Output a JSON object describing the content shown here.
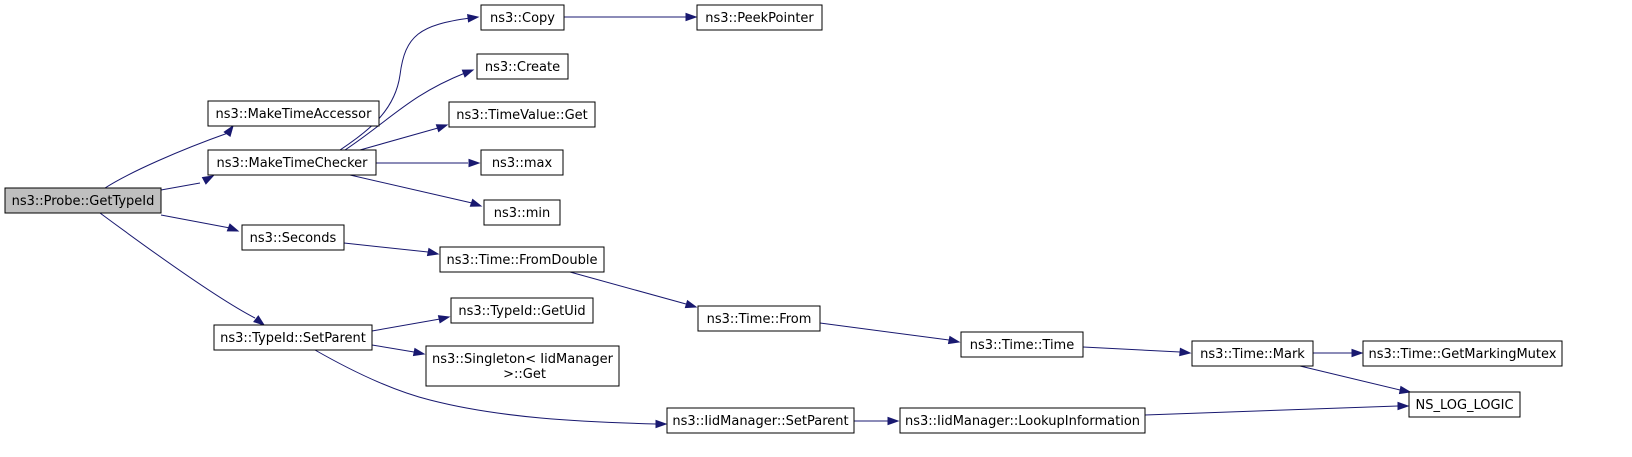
{
  "diagram": {
    "type": "call-graph",
    "colors": {
      "edge": "#191970",
      "root_fill": "#bfbfbf",
      "node_fill": "#ffffff",
      "node_border": "#000000"
    },
    "nodes": [
      {
        "id": "getTypeId",
        "label": [
          "ns3::Probe::GetTypeId"
        ],
        "root": true
      },
      {
        "id": "makeTimeAccessor",
        "label": [
          "ns3::MakeTimeAccessor"
        ]
      },
      {
        "id": "makeTimeChecker",
        "label": [
          "ns3::MakeTimeChecker"
        ]
      },
      {
        "id": "seconds",
        "label": [
          "ns3::Seconds"
        ]
      },
      {
        "id": "setParent",
        "label": [
          "ns3::TypeId::SetParent"
        ]
      },
      {
        "id": "copy",
        "label": [
          "ns3::Copy"
        ]
      },
      {
        "id": "create",
        "label": [
          "ns3::Create"
        ]
      },
      {
        "id": "timeValueGet",
        "label": [
          "ns3::TimeValue::Get"
        ]
      },
      {
        "id": "max",
        "label": [
          "ns3::max"
        ]
      },
      {
        "id": "min",
        "label": [
          "ns3::min"
        ]
      },
      {
        "id": "peekPointer",
        "label": [
          "ns3::PeekPointer"
        ]
      },
      {
        "id": "fromDouble",
        "label": [
          "ns3::Time::FromDouble"
        ]
      },
      {
        "id": "from",
        "label": [
          "ns3::Time::From"
        ]
      },
      {
        "id": "time",
        "label": [
          "ns3::Time::Time"
        ]
      },
      {
        "id": "mark",
        "label": [
          "ns3::Time::Mark"
        ]
      },
      {
        "id": "getMarkingMutex",
        "label": [
          "ns3::Time::GetMarkingMutex"
        ]
      },
      {
        "id": "nsLogLogic",
        "label": [
          "NS_LOG_LOGIC"
        ]
      },
      {
        "id": "getUid",
        "label": [
          "ns3::TypeId::GetUid"
        ]
      },
      {
        "id": "singletonGet",
        "label": [
          "ns3::Singleton< IidManager",
          " >::Get"
        ]
      },
      {
        "id": "iidSetParent",
        "label": [
          "ns3::IidManager::SetParent"
        ]
      },
      {
        "id": "lookupInformation",
        "label": [
          "ns3::IidManager::LookupInformation"
        ]
      }
    ],
    "edges": [
      {
        "from": "getTypeId",
        "to": "makeTimeAccessor"
      },
      {
        "from": "getTypeId",
        "to": "makeTimeChecker"
      },
      {
        "from": "getTypeId",
        "to": "seconds"
      },
      {
        "from": "getTypeId",
        "to": "setParent"
      },
      {
        "from": "makeTimeChecker",
        "to": "copy"
      },
      {
        "from": "makeTimeChecker",
        "to": "create"
      },
      {
        "from": "makeTimeChecker",
        "to": "timeValueGet"
      },
      {
        "from": "makeTimeChecker",
        "to": "max"
      },
      {
        "from": "makeTimeChecker",
        "to": "min"
      },
      {
        "from": "copy",
        "to": "peekPointer"
      },
      {
        "from": "seconds",
        "to": "fromDouble"
      },
      {
        "from": "fromDouble",
        "to": "from"
      },
      {
        "from": "from",
        "to": "time"
      },
      {
        "from": "time",
        "to": "mark"
      },
      {
        "from": "mark",
        "to": "getMarkingMutex"
      },
      {
        "from": "mark",
        "to": "nsLogLogic"
      },
      {
        "from": "setParent",
        "to": "getUid"
      },
      {
        "from": "setParent",
        "to": "singletonGet"
      },
      {
        "from": "setParent",
        "to": "iidSetParent"
      },
      {
        "from": "iidSetParent",
        "to": "lookupInformation"
      },
      {
        "from": "lookupInformation",
        "to": "nsLogLogic"
      }
    ]
  }
}
